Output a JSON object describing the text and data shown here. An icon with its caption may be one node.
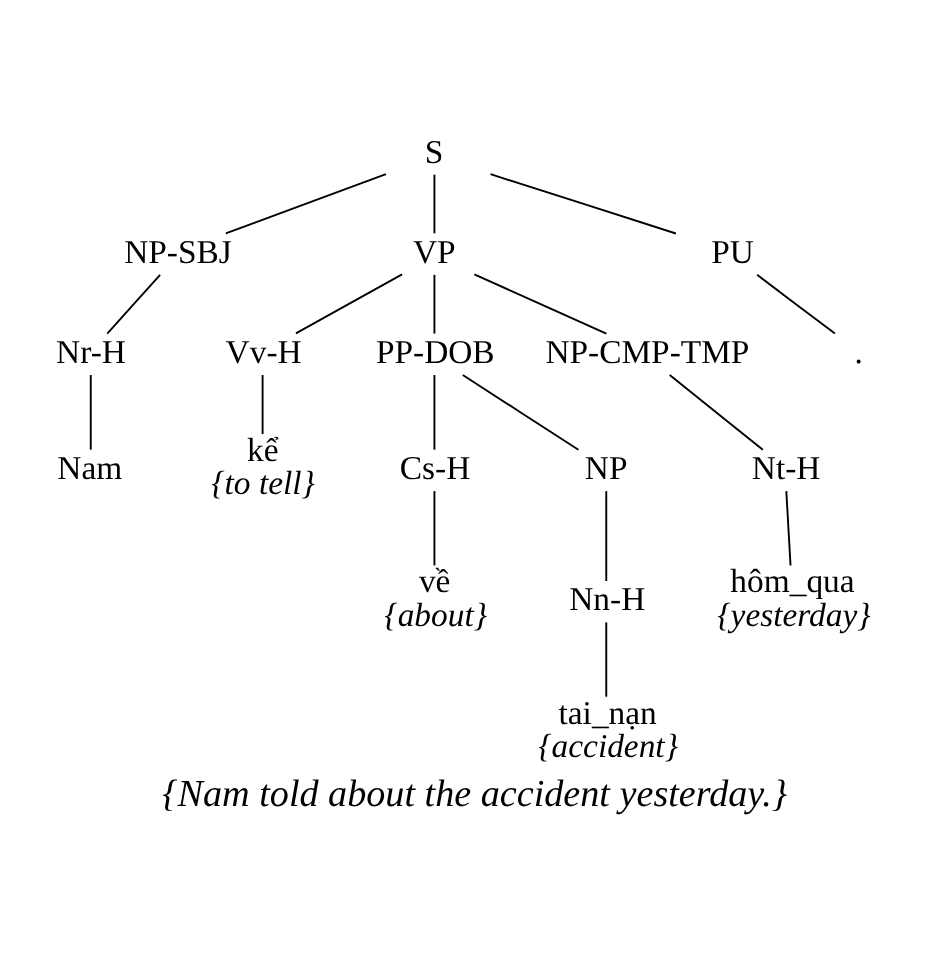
{
  "diagram": {
    "caption": "{Nam told about the accident yesterday.}",
    "nodes": [
      {
        "text": [
          "S"
        ]
      },
      {
        "text": [
          "NP-SBJ"
        ]
      },
      {
        "text": [
          "VP"
        ]
      },
      {
        "text": [
          "PU"
        ]
      },
      {
        "text": [
          "Nr-H"
        ]
      },
      {
        "text": [
          "Vv-H"
        ]
      },
      {
        "text": [
          "PP-DOB"
        ]
      },
      {
        "text": [
          "NP-CMP-TMP"
        ]
      },
      {
        "text": [
          "."
        ]
      },
      {
        "text": [
          "Nam"
        ]
      },
      {
        "text": [
          "kể"
        ],
        "beside": [
          "{to tell}"
        ]
      },
      {
        "text": [
          "Cs-H"
        ]
      },
      {
        "text": [
          "NP"
        ]
      },
      {
        "text": [
          "Nt-H"
        ]
      },
      {
        "text": [
          "về"
        ],
        "beside": [
          "{about}"
        ]
      },
      {
        "text": [
          "Nn-H"
        ]
      },
      {
        "text": [
          "hôm_qua"
        ],
        "beside": [
          "{yesterday}"
        ]
      },
      {
        "text": [
          "tai_nạn"
        ],
        "beside": [
          "{accident}"
        ]
      }
    ],
    "edges": [
      {
        "from": 0,
        "to": 1,
        "arrow": "none"
      },
      {
        "from": 0,
        "to": 2,
        "arrow": "none"
      },
      {
        "from": 0,
        "to": 3,
        "arrow": "none"
      },
      {
        "from": 1,
        "to": 4,
        "arrow": "none"
      },
      {
        "from": 2,
        "to": 5,
        "arrow": "none"
      },
      {
        "from": 2,
        "to": 6,
        "arrow": "none"
      },
      {
        "from": 2,
        "to": 7,
        "arrow": "none"
      },
      {
        "from": 3,
        "to": 8,
        "arrow": "none"
      },
      {
        "from": 4,
        "to": 9,
        "arrow": "none"
      },
      {
        "from": 5,
        "to": 10,
        "arrow": "none"
      },
      {
        "from": 6,
        "to": 11,
        "arrow": "none"
      },
      {
        "from": 6,
        "to": 12,
        "arrow": "none"
      },
      {
        "from": 7,
        "to": 13,
        "arrow": "none"
      },
      {
        "from": 11,
        "to": 14,
        "arrow": "none"
      },
      {
        "from": 12,
        "to": 15,
        "arrow": "none"
      },
      {
        "from": 13,
        "to": 16,
        "arrow": "none"
      },
      {
        "from": 15,
        "to": 17,
        "arrow": "none"
      }
    ]
  }
}
